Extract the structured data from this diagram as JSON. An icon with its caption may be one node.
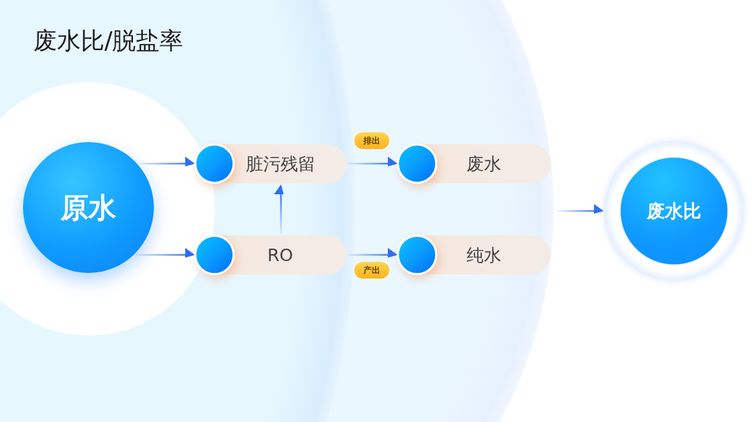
{
  "diagram": {
    "title": "废水比/脱盐率",
    "nodes": [
      {
        "text": [
          "原水"
        ]
      },
      {
        "text": [
          "脏污残留"
        ]
      },
      {
        "text": [
          "RO"
        ]
      },
      {
        "text": [
          "废水"
        ]
      },
      {
        "text": [
          "纯水"
        ]
      },
      {
        "text": [
          "废水比"
        ]
      }
    ],
    "edges": [
      {
        "from": 0,
        "to": 1,
        "arrow": "to"
      },
      {
        "from": 0,
        "to": 2,
        "arrow": "to"
      },
      {
        "from": 2,
        "to": 1,
        "arrow": "to"
      },
      {
        "from": 1,
        "to": 3,
        "arrow": "to",
        "label": "排出"
      },
      {
        "from": 2,
        "to": 4,
        "arrow": "to",
        "label": "产出"
      },
      {
        "from": null,
        "to": 5,
        "arrow": "to"
      }
    ]
  }
}
